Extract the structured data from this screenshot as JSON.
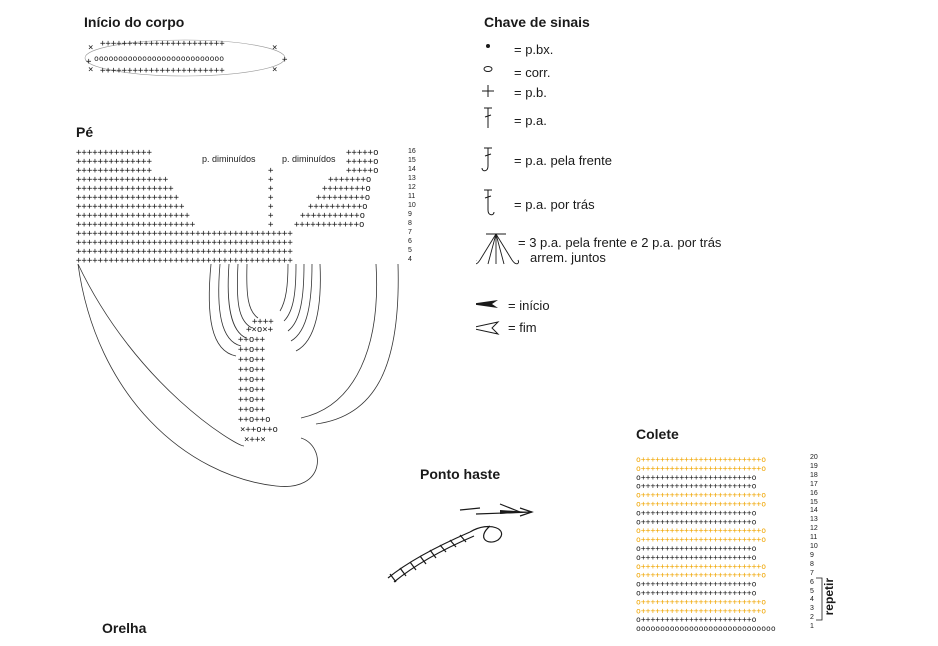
{
  "titles": {
    "inicio_corpo": "Início do corpo",
    "pe": "Pé",
    "chave": "Chave de sinais",
    "ponto_haste": "Ponto haste",
    "colete": "Colete",
    "orelha": "Orelha"
  },
  "pe_labels": {
    "left": "p. diminuídos",
    "right": "p. diminuídos",
    "rows": [
      "16",
      "15",
      "14",
      "13",
      "12",
      "11",
      "10",
      "9",
      "8",
      "7",
      "6",
      "5",
      "4"
    ]
  },
  "legend": [
    {
      "icon": "dot-icon",
      "text": "= p.bx."
    },
    {
      "icon": "oval-icon",
      "text": "= corr."
    },
    {
      "icon": "plus-icon",
      "text": "= p.b."
    },
    {
      "icon": "treble-icon",
      "text": "= p.a."
    },
    {
      "icon": "front-post-icon",
      "text": "= p.a. pela frente"
    },
    {
      "icon": "back-post-icon",
      "text": "= p.a. por trás"
    },
    {
      "icon": "cluster-icon",
      "text": "= 3 p.a. pela frente e  2 p.a. por trás",
      "text2": "arrem. juntos"
    },
    {
      "icon": "start-arrow-icon",
      "text": "= início"
    },
    {
      "icon": "end-arrow-icon",
      "text": "= fim"
    }
  ],
  "colete": {
    "rows": [
      "20",
      "19",
      "18",
      "17",
      "16",
      "15",
      "14",
      "13",
      "12",
      "11",
      "10",
      "9",
      "8",
      "7",
      "6",
      "5",
      "4",
      "3",
      "2",
      "1"
    ],
    "repeat_label": "repetir",
    "colors": {
      "orange": "#f0a500",
      "black": "#1a1a1a"
    }
  }
}
